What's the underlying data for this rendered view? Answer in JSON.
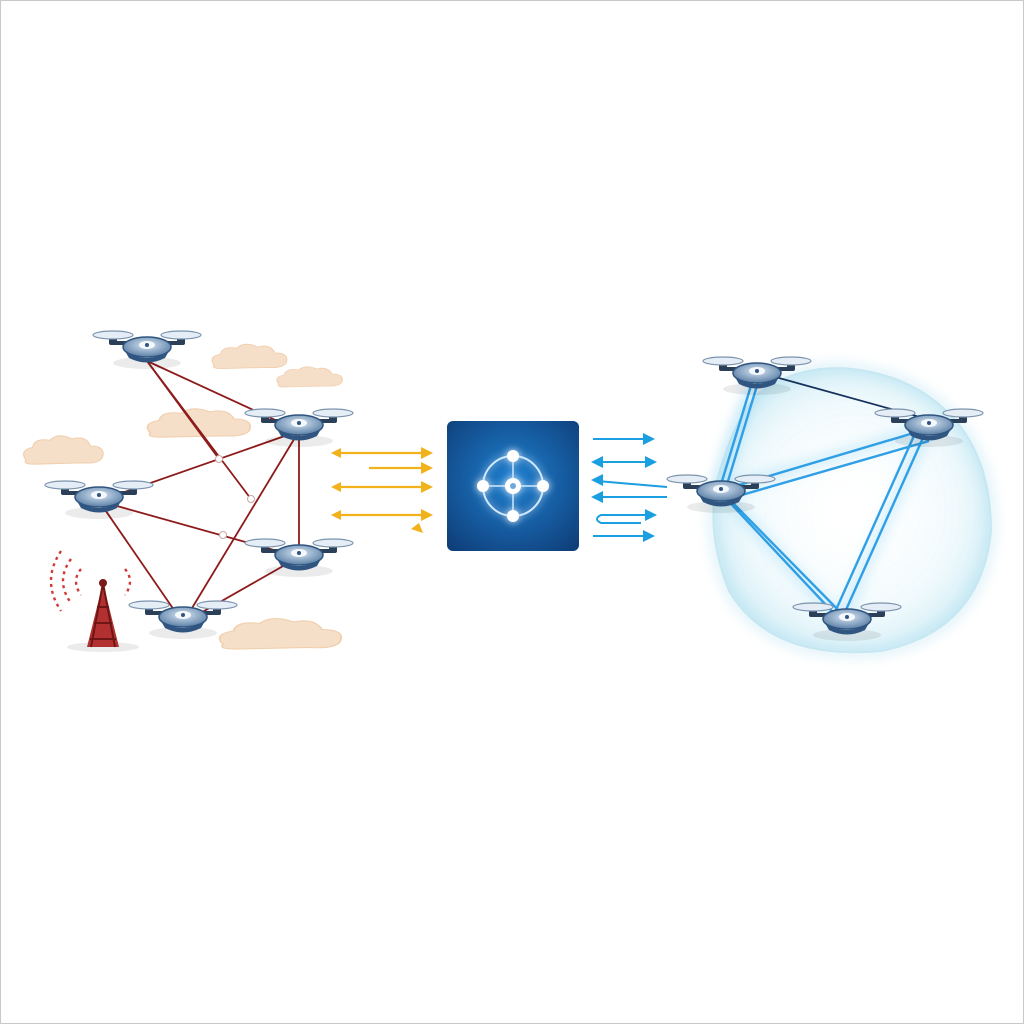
{
  "diagram": {
    "text": [],
    "colors": {
      "background": "#ffffff",
      "frame": "#c8c8c8",
      "disrupted_link": "#8e1b1b",
      "forward_arrow": "#f2b21b",
      "feedback_arrow": "#1a9fe0",
      "optimized_link": "#2f9fe6",
      "processor_bg": "#134a8a",
      "drone_body": "#2f5580",
      "cloud": "#f6dcc4",
      "tower": "#b23030"
    },
    "stages": [
      {
        "name": "disrupted-swarm",
        "components": [
          "drone",
          "drone",
          "drone",
          "drone",
          "drone",
          "cloud",
          "cloud",
          "cloud",
          "cloud",
          "jamming-tower"
        ]
      },
      {
        "name": "forward-data-flow",
        "arrow_count": 4,
        "direction": "right"
      },
      {
        "name": "central-processor",
        "icon": "network-hub-icon",
        "hub_nodes": 5
      },
      {
        "name": "feedback-data-flow",
        "arrow_count": 5,
        "direction": "mixed"
      },
      {
        "name": "optimized-swarm",
        "components": [
          "drone",
          "drone",
          "drone",
          "drone",
          "protective-bubble"
        ]
      }
    ]
  }
}
